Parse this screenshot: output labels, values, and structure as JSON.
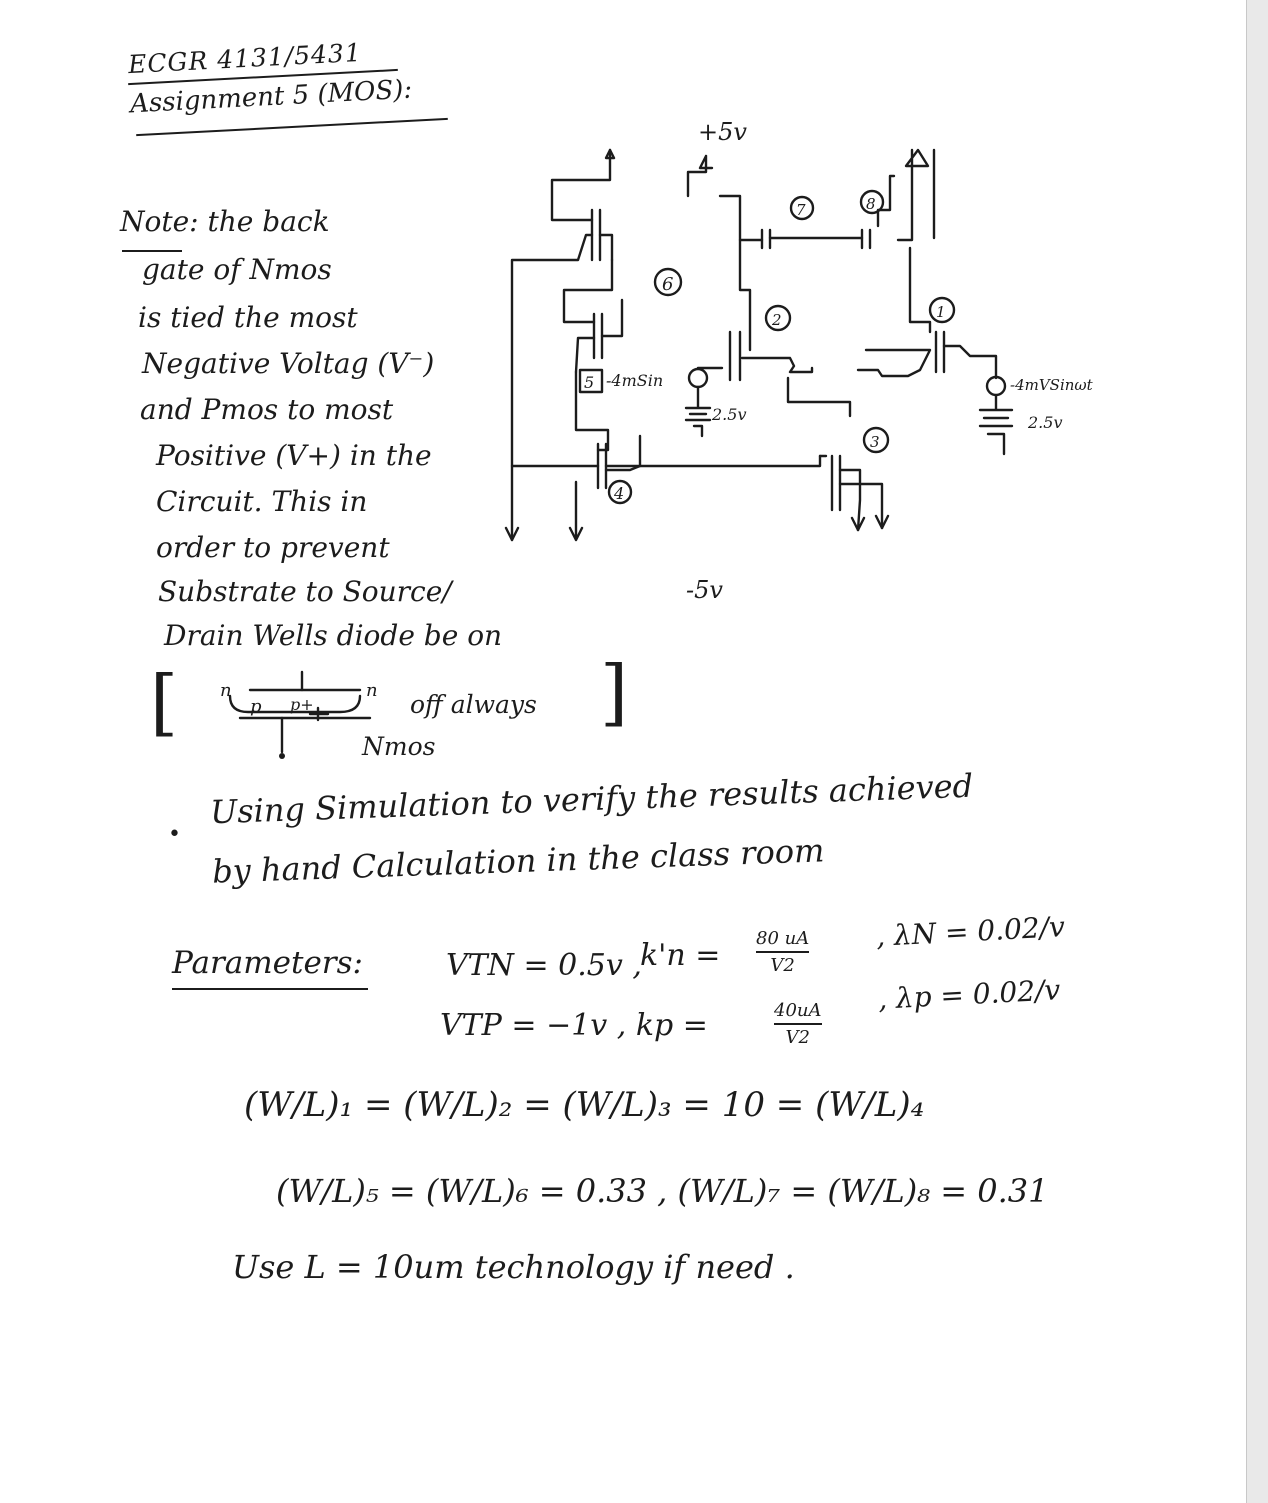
{
  "header": {
    "course": "ECGR 4131/5431",
    "assignment": "Assignment 5 (MOS):"
  },
  "note": {
    "lines": [
      "Note: the back",
      "gate of Nmos",
      "is tied the most",
      "Negative Voltag (V⁻)",
      "and Pmos to most",
      "Positive (V+) in the",
      "Circuit. This in",
      "order to prevent",
      "Substrate to Source/",
      "Drain Wells diode be on"
    ],
    "bracket_left": "[",
    "bracket_right": "]",
    "off_always": "off always",
    "nmos": "Nmos",
    "inset_labels": {
      "n1": "n",
      "p": "p",
      "p2": "p+",
      "n2": "n"
    }
  },
  "circuit": {
    "vdd": "+5v",
    "vss": "-5v",
    "input1": "-4mSin",
    "input1_bias": "2.5v",
    "input2": "-4mVSinωt",
    "input2_bias": "2.5v",
    "nodes": [
      "1",
      "2",
      "3",
      "4",
      "5",
      "6",
      "7",
      "8"
    ]
  },
  "instructions": {
    "bullet": "•",
    "line1": "Using Simulation to verify the results achieved",
    "line2": "by hand Calculation in the class room"
  },
  "parameters": {
    "label": "Parameters:",
    "vtn": "VTN = 0.5v ,",
    "kn": "k'n =",
    "kn_num": "80 uA",
    "kn_den": "V2",
    "lambda_n": ", λN = 0.02/v",
    "vtp": "VTP = −1v , kp =",
    "kp_num": "40uA",
    "kp_den": "V2",
    "lambda_p": ", λp = 0.02/v"
  },
  "ratios": {
    "row1": "(W/L)₁ = (W/L)₂ = (W/L)₃ = 10 = (W/L)₄",
    "row2": "(W/L)₅ = (W/L)₆ = 0.33 , (W/L)₇ = (W/L)₈ = 0.31"
  },
  "technology": "Use L = 10um technology if need ."
}
